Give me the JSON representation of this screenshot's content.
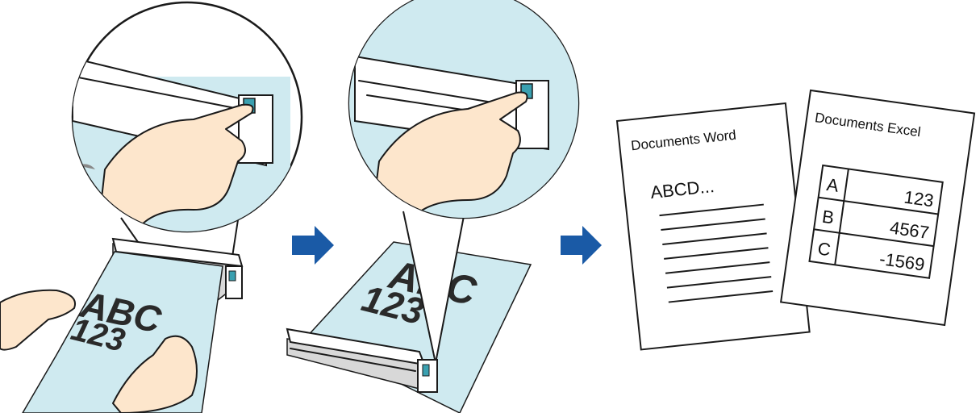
{
  "step1": {
    "sheet_letters": "ABC",
    "sheet_numbers": "123"
  },
  "step2": {
    "sheet_letters": "ABC",
    "sheet_numbers": "123"
  },
  "arrows": {
    "color": "#1a5aa6",
    "icon": "right-arrow-icon"
  },
  "documents": {
    "word": {
      "title": "Documents Word",
      "body": "ABCD..."
    },
    "excel": {
      "title": "Documents Excel",
      "rows": [
        {
          "label": "A",
          "value": "123"
        },
        {
          "label": "B",
          "value": "4567"
        },
        {
          "label": "C",
          "value": "-1569"
        }
      ]
    }
  },
  "colors": {
    "paper": "#cfeaf0",
    "skin": "#fde6cc",
    "scanner_button": "#3aa0b0"
  }
}
